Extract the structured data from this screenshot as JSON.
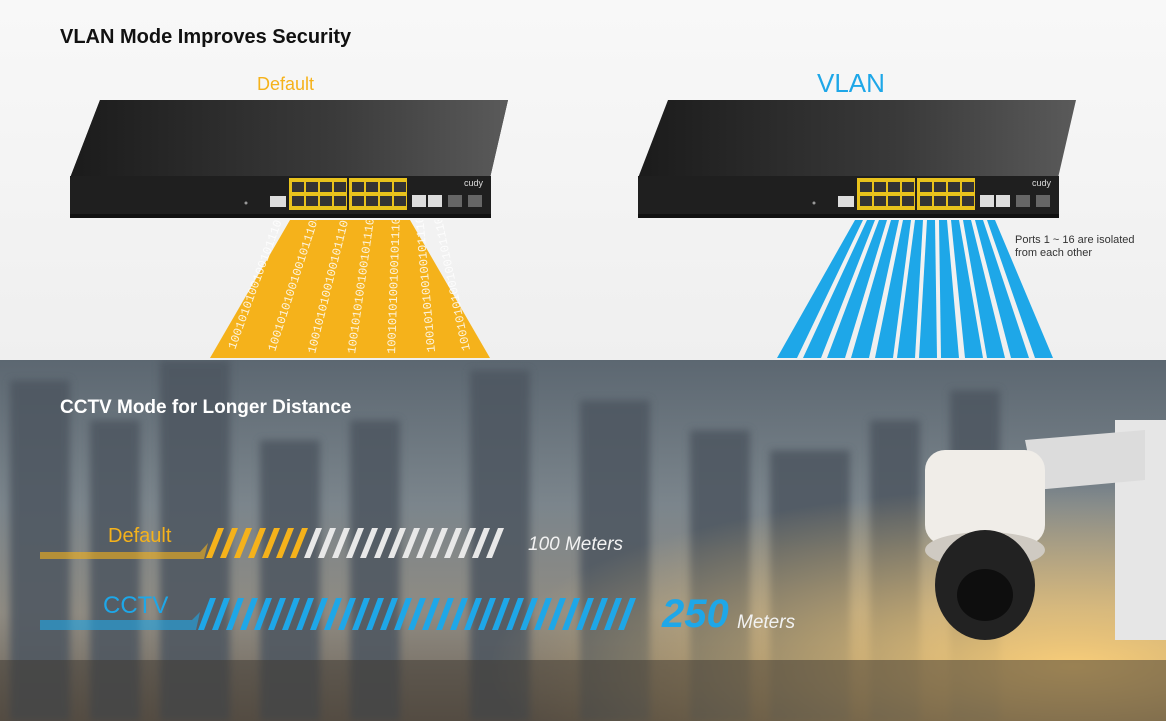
{
  "vlan_section": {
    "title": "VLAN Mode Improves Security",
    "default_label": "Default",
    "vlan_label": "VLAN",
    "switch_brand": "cudy",
    "isolation_note": "Ports 1 ~ 16 are isolated from each other",
    "binary_text": "1001010100100101110010010100101"
  },
  "cctv_section": {
    "title": "CCTV Mode for Longer Distance",
    "default_label": "Default",
    "default_distance": "100 Meters",
    "cctv_label": "CCTV",
    "cctv_distance_number": "250",
    "cctv_distance_unit": "Meters"
  },
  "colors": {
    "default_accent": "#f5b21b",
    "vlan_accent": "#1ea7e8"
  }
}
